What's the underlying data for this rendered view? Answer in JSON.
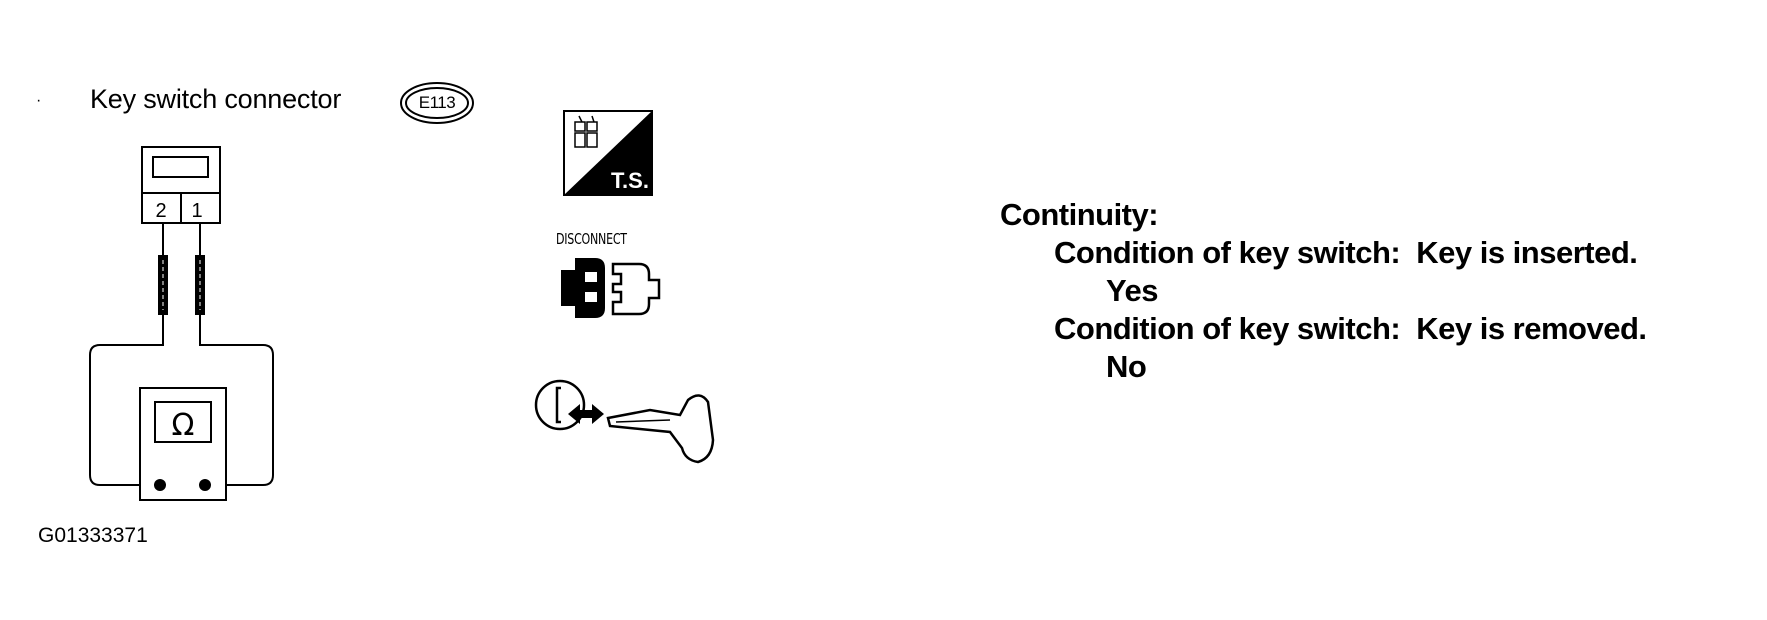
{
  "header": {
    "bullet": "·",
    "title": "Key switch connector",
    "connector_id": "E113"
  },
  "circuit": {
    "terminals": [
      "2",
      "1"
    ],
    "meter_symbol": "Ω"
  },
  "figure_id": "G01333371",
  "icons": {
    "ts": {
      "label": "T.S.",
      "name": "ts-connector-icon"
    },
    "disconnect": {
      "label": "DISCONNECT",
      "name": "disconnect-connector-icon"
    },
    "key": {
      "name": "key-insert-icon"
    }
  },
  "result": {
    "heading": "Continuity:",
    "conditions": [
      {
        "label": "Condition of key switch:",
        "value": "Key is inserted.",
        "continuity": "Yes"
      },
      {
        "label": "Condition of key switch:",
        "value": "Key is removed.",
        "continuity": "No"
      }
    ]
  },
  "colors": {
    "ink": "#000000",
    "background": "#ffffff"
  }
}
